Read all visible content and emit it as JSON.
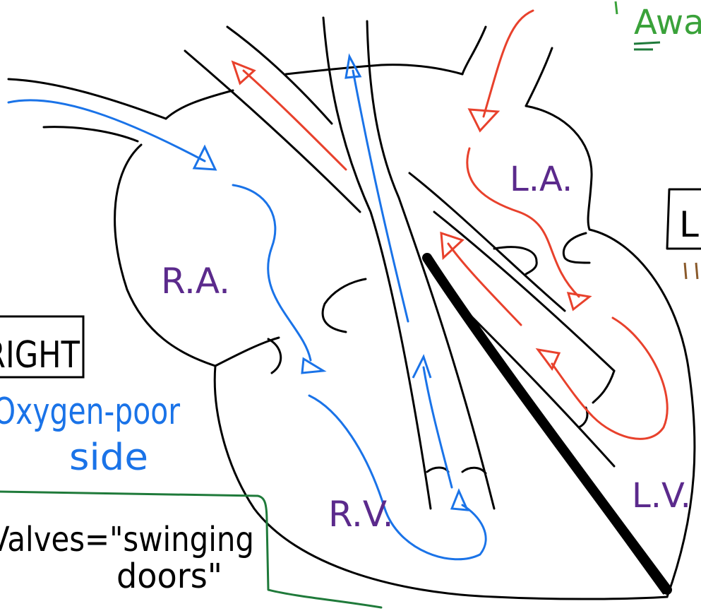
{
  "labels": {
    "ra": "R.A.",
    "rv": "R.V.",
    "la": "L.A.",
    "lv": "L.V.",
    "right": "RIGHT",
    "oxygen_poor_line1": "Oxygen-poor",
    "oxygen_poor_line2": "side",
    "valves_line1": "Valves=\"swinging",
    "valves_line2": "doors\"",
    "away": "Awa",
    "left_box": "L"
  },
  "colors": {
    "ink": "#000000",
    "deoxygenated": "#1a73e8",
    "oxygenated": "#e8412c",
    "chamber_label": "#5b2a8c",
    "note_box": "#1f7a3a",
    "away_note": "#3aa23a",
    "brown_mark": "#8a5a2b"
  }
}
